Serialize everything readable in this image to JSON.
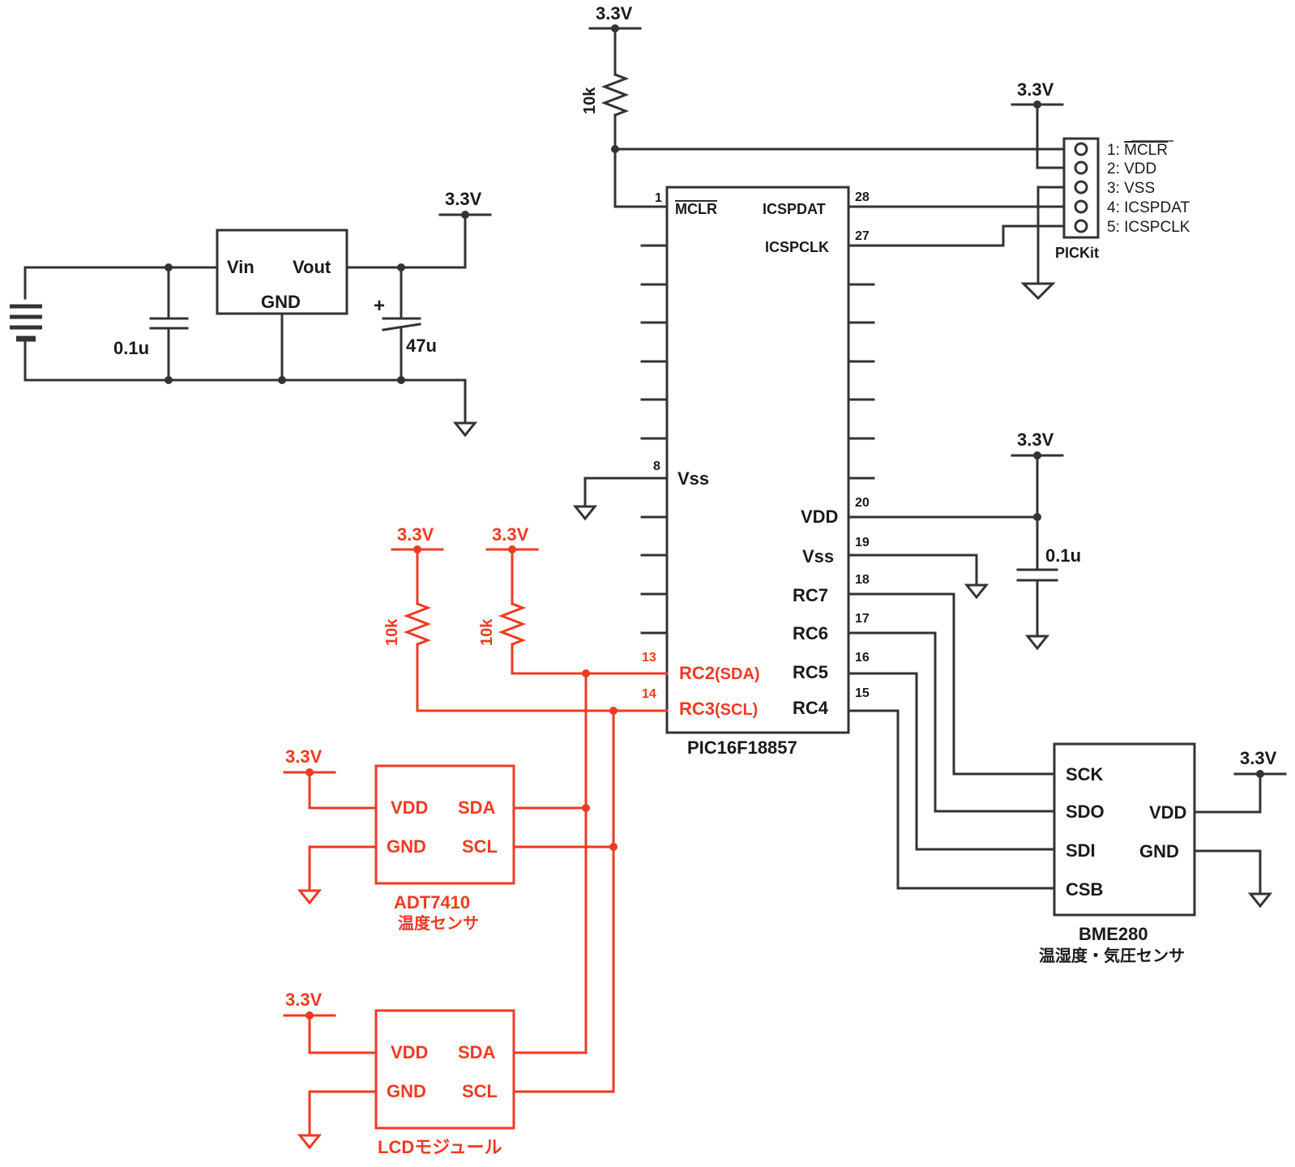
{
  "power": {
    "top_rail": "3.3V",
    "pickit_rail": "3.3V",
    "reg_rail": "3.3V",
    "vdd_rail": "3.3V",
    "pull1_rail": "3.3V",
    "pull2_rail": "3.3V",
    "adt_rail": "3.3V",
    "lcd_rail": "3.3V",
    "bme_rail": "3.3V"
  },
  "regulator": {
    "vin": "Vin",
    "vout": "Vout",
    "gnd": "GND",
    "cap_in": "0.1u",
    "cap_out": "47u",
    "plus": "+"
  },
  "mclr_resistor": "10k",
  "pullup_sda": "10k",
  "pullup_scl": "10k",
  "decoupling": "0.1u",
  "pickit": {
    "label": "PICKit",
    "pins": [
      "1: ",
      "2: VDD",
      "3: VSS",
      "4: ICSPDAT",
      "5: ICSPCLK"
    ],
    "pin1_name": "MCLR"
  },
  "mcu": {
    "name": "PIC16F18857",
    "mclr": "MCLR",
    "icspdat": "ICSPDAT",
    "icspclk": "ICSPCLK",
    "vss_left": "Vss",
    "vss_right": "Vss",
    "vdd": "VDD",
    "rc7": "RC7",
    "rc6": "RC6",
    "rc5": "RC5",
    "rc4": "RC4",
    "rc2": "RC2",
    "rc2_fn": "(SDA)",
    "rc3": "RC3",
    "rc3_fn": "(SCL)",
    "pins": {
      "p1": "1",
      "p28": "28",
      "p27": "27",
      "p8": "8",
      "p20": "20",
      "p19": "19",
      "p18": "18",
      "p17": "17",
      "p16": "16",
      "p15": "15",
      "p13": "13",
      "p14": "14"
    }
  },
  "adt7410": {
    "vdd": "VDD",
    "gnd": "GND",
    "sda": "SDA",
    "scl": "SCL",
    "name": "ADT7410",
    "desc": "温度センサ"
  },
  "lcd": {
    "vdd": "VDD",
    "gnd": "GND",
    "sda": "SDA",
    "scl": "SCL",
    "name": "LCDモジュール"
  },
  "bme280": {
    "sck": "SCK",
    "sdo": "SDO",
    "sdi": "SDI",
    "csb": "CSB",
    "vdd": "VDD",
    "gnd": "GND",
    "name": "BME280",
    "desc": "温湿度・気圧センサ"
  },
  "colors": {
    "wire": "#333333",
    "i2c": "#ef3a22"
  }
}
